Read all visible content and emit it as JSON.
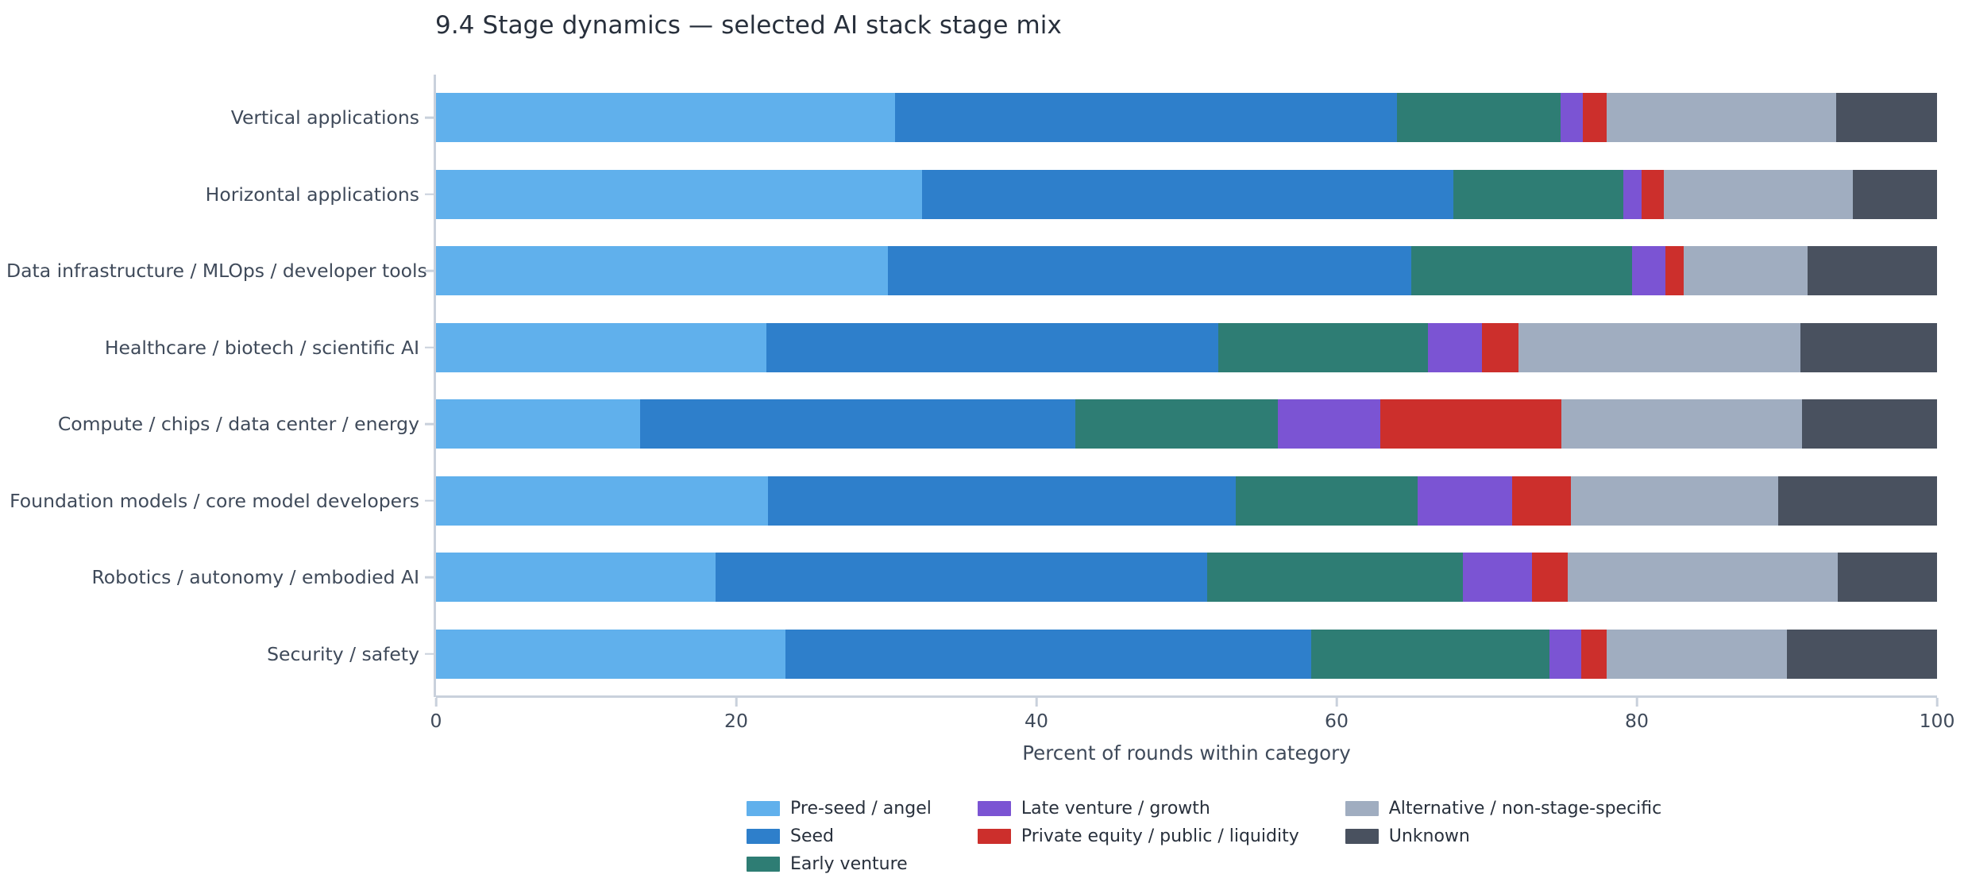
{
  "chart_data": {
    "type": "bar",
    "orientation": "horizontal",
    "stacked": true,
    "normalized_percent": true,
    "title": "9.4 Stage dynamics — selected AI stack stage mix",
    "xlabel": "Percent of rounds within category",
    "ylabel": "",
    "xlim": [
      0,
      100
    ],
    "xticks": [
      0,
      20,
      40,
      60,
      80,
      100
    ],
    "xtick_labels": [
      "0",
      "20",
      "40",
      "60",
      "80",
      "100"
    ],
    "grid": false,
    "legend_position": "bottom-center",
    "legend_columns": 3,
    "categories": [
      "Vertical applications",
      "Horizontal applications",
      "Data infrastructure / MLOps / developer tools",
      "Healthcare / biotech / scientific AI",
      "Compute / chips / data center / energy",
      "Foundation models / core model developers",
      "Robotics / autonomy / embodied AI",
      "Security / safety"
    ],
    "series": [
      {
        "name": "Pre-seed / angel",
        "color": "#60B0EC",
        "values": [
          30.6,
          32.4,
          30.1,
          22.0,
          13.6,
          22.1,
          18.6,
          23.3
        ]
      },
      {
        "name": "Seed",
        "color": "#2E7FCB",
        "values": [
          33.4,
          35.4,
          34.9,
          30.1,
          29.0,
          31.2,
          32.8,
          35.0
        ]
      },
      {
        "name": "Early venture",
        "color": "#2E7D74",
        "values": [
          10.9,
          11.3,
          14.7,
          14.0,
          13.5,
          12.1,
          17.0,
          15.9
        ]
      },
      {
        "name": "Late venture / growth",
        "color": "#7B54D3",
        "values": [
          1.5,
          1.2,
          2.2,
          3.6,
          6.8,
          6.3,
          4.6,
          2.1
        ]
      },
      {
        "name": "Private equity / public / liquidity",
        "color": "#CC2F2C",
        "values": [
          1.6,
          1.5,
          1.2,
          2.4,
          12.1,
          3.9,
          2.4,
          1.7
        ]
      },
      {
        "name": "Alternative / non-stage-specific",
        "color": "#A0ADC0",
        "values": [
          15.3,
          12.6,
          8.3,
          18.8,
          16.0,
          13.8,
          18.0,
          12.0
        ]
      },
      {
        "name": "Unknown",
        "color": "#49515F",
        "values": [
          6.7,
          5.6,
          8.6,
          9.1,
          9.0,
          10.6,
          6.6,
          10.0
        ]
      }
    ]
  },
  "legend": {
    "columns": [
      [
        {
          "label": "Pre-seed / angel",
          "color": "#60B0EC"
        },
        {
          "label": "Seed",
          "color": "#2E7FCB"
        },
        {
          "label": "Early venture",
          "color": "#2E7D74"
        }
      ],
      [
        {
          "label": "Late venture / growth",
          "color": "#7B54D3"
        },
        {
          "label": "Private equity / public / liquidity",
          "color": "#CC2F2C"
        }
      ],
      [
        {
          "label": "Alternative / non-stage-specific",
          "color": "#A0ADC0"
        },
        {
          "label": "Unknown",
          "color": "#49515F"
        }
      ]
    ]
  },
  "style": {
    "background": "#ffffff",
    "text_color": "#3f4a5a",
    "title_color": "#28303c",
    "spine_color": "#c9d1dc"
  }
}
